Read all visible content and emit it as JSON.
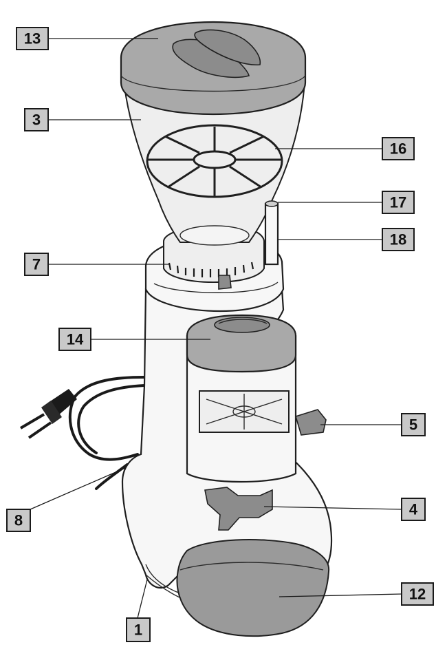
{
  "callouts": [
    {
      "id": "13",
      "label": "13"
    },
    {
      "id": "3",
      "label": "3"
    },
    {
      "id": "16",
      "label": "16"
    },
    {
      "id": "17",
      "label": "17"
    },
    {
      "id": "18",
      "label": "18"
    },
    {
      "id": "7",
      "label": "7"
    },
    {
      "id": "14",
      "label": "14"
    },
    {
      "id": "5",
      "label": "5"
    },
    {
      "id": "8",
      "label": "8"
    },
    {
      "id": "4",
      "label": "4"
    },
    {
      "id": "12",
      "label": "12"
    },
    {
      "id": "1",
      "label": "1"
    }
  ],
  "colors": {
    "callout_fill": "#c9c9c9",
    "lid_fill": "#a9a9a9",
    "tray_fill": "#9a9a9a",
    "outline": "#1f1f1f"
  }
}
